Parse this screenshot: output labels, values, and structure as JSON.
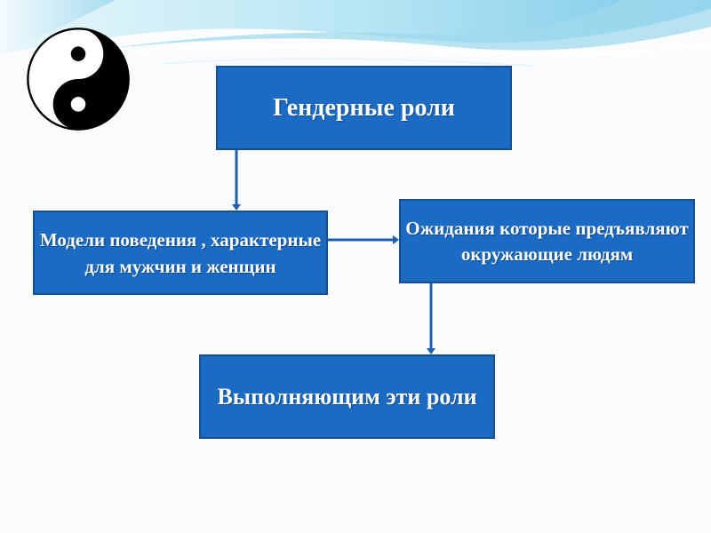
{
  "diagram": {
    "title": "Гендерные роли",
    "left_box": "Модели поведения , характерные для мужчин и женщин",
    "right_box": "Ожидания которые предъявляют окружающие людям",
    "bottom_box": "Выполняющим эти роли"
  },
  "decor": {
    "logo_icon": "yin-yang-icon",
    "background": "blue-wave-header"
  },
  "colors": {
    "box_fill": "#1b6bc4",
    "box_border": "#174e8c",
    "box_text": "#ffffff",
    "arrow": "#1f5fae",
    "wave": "#8fd3ec"
  }
}
